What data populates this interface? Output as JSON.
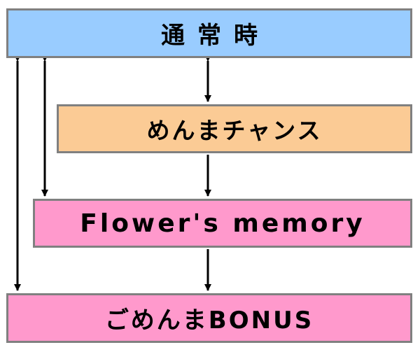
{
  "states": [
    {
      "id": "normal",
      "label": "通常時",
      "color": "#99ccff"
    },
    {
      "id": "menma_chance",
      "label": "めんまチャンス",
      "color": "#fbcb95"
    },
    {
      "id": "flower_memory",
      "label": "Flower's memory",
      "color": "#ff99cc"
    },
    {
      "id": "gomenma_bonus",
      "label": "ごめんまBONUS",
      "color": "#ff99cc"
    }
  ],
  "transitions": [
    {
      "from": "normal",
      "to": "menma_chance",
      "bidirectional": true
    },
    {
      "from": "menma_chance",
      "to": "flower_memory",
      "bidirectional": false
    },
    {
      "from": "flower_memory",
      "to": "gomenma_bonus",
      "bidirectional": false
    },
    {
      "from": "normal",
      "to": "flower_memory",
      "bidirectional": true
    },
    {
      "from": "normal",
      "to": "gomenma_bonus",
      "bidirectional": true
    }
  ],
  "style": {
    "border_color": "#808080",
    "arrow_color": "#000000"
  }
}
